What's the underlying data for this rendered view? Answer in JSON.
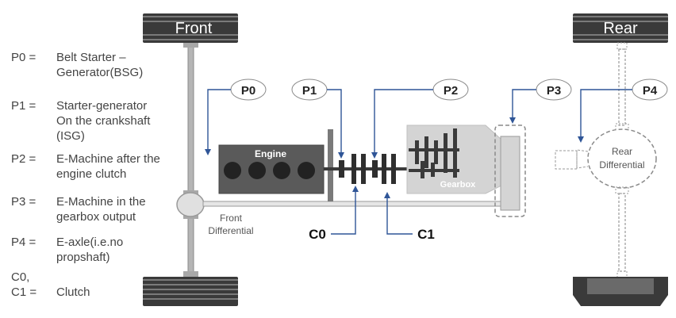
{
  "legend": [
    {
      "key": "P0 =",
      "lines": [
        "Belt Starter –",
        "Generator(BSG)"
      ]
    },
    {
      "key": "P1 =",
      "lines": [
        "Starter-generator",
        "On the crankshaft",
        "(ISG)"
      ]
    },
    {
      "key": "P2 =",
      "lines": [
        "E-Machine after the",
        "engine clutch"
      ]
    },
    {
      "key": "P3 =",
      "lines": [
        "E-Machine in the",
        "gearbox output"
      ]
    },
    {
      "key": "P4 =",
      "lines": [
        "E-axle(i.e.no",
        "propshaft)"
      ]
    },
    {
      "key_lines": [
        "C0,",
        "C1 ="
      ],
      "lines": [
        "Clutch"
      ]
    }
  ],
  "diagram": {
    "front_label": "Front",
    "rear_label": "Rear",
    "engine_label": "Engine",
    "gearbox_label": "Gearbox",
    "front_diff": [
      "Front",
      "Differential"
    ],
    "rear_diff": [
      "Rear",
      "Differential"
    ],
    "positions": {
      "p0": "P0",
      "p1": "P1",
      "p2": "P2",
      "p3": "P3",
      "p4": "P4"
    },
    "clutches": {
      "c0": "C0",
      "c1": "C1"
    }
  },
  "colors": {
    "arrow": "#2f5597",
    "wheel": "#3a3a3a",
    "engine": "#5a5a5a",
    "gearbox": "#d4d4d4",
    "shaft": "#bdbdbd"
  }
}
